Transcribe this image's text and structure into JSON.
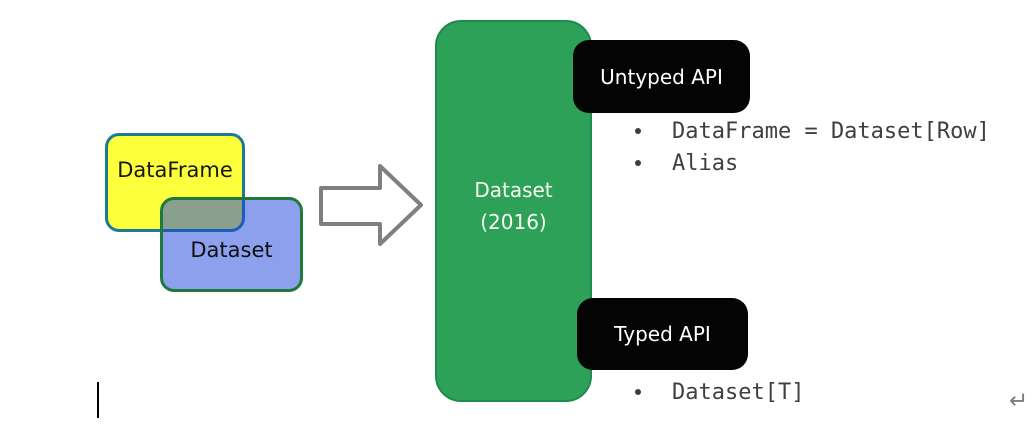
{
  "slide": {
    "venn": {
      "dataframe": {
        "label": "DataFrame",
        "fill": "#FCFF3B",
        "border": "#1B7A96"
      },
      "dataset": {
        "label": "Dataset",
        "fill_rendered": "#8CA0EE",
        "border": "#1E7A3C",
        "overlap_fill": "#8B9C8C"
      }
    },
    "arrow": {
      "stroke": "#7F7F7F"
    },
    "result_box": {
      "line1": "Dataset",
      "line2": "(2016)",
      "fill": "#2EA158",
      "border": "#1F8A4D",
      "text_color": "#FFFFFF"
    },
    "untyped_api": {
      "title": "Untyped API",
      "bg": "#040404",
      "text_color": "#FFFFFF",
      "bullets": [
        "DataFrame = Dataset[Row]",
        "Alias"
      ]
    },
    "typed_api": {
      "title": "Typed API",
      "bg": "#040404",
      "text_color": "#FFFFFF",
      "bullets": [
        "Dataset[T]"
      ]
    },
    "code_text_color": "#3F3F3F",
    "return_symbol": "↵"
  }
}
